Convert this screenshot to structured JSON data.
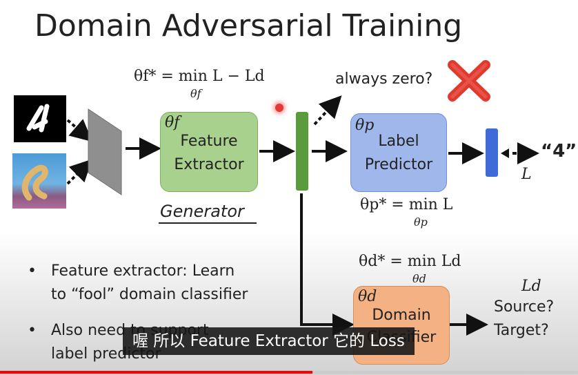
{
  "slide": {
    "title": "Domain Adversarial Training",
    "formula_feature": "θf* = min L − Ld",
    "formula_feature_sub": "θf",
    "always_zero": "always zero?",
    "feature_box": {
      "param": "θf",
      "label_line1": "Feature",
      "label_line2": "Extractor"
    },
    "generator_label": "Generator",
    "label_box": {
      "param": "θp",
      "label_line1": "Label",
      "label_line2": "Predictor"
    },
    "output_label": "“4”",
    "loss_L": "L",
    "formula_label": "θp* = min L",
    "formula_label_sub": "θp",
    "formula_domain": "θd* = min Ld",
    "formula_domain_sub": "θd",
    "domain_box": {
      "param": "θd",
      "label_line1": "Domain",
      "label_line2": "Classifier"
    },
    "domain_output_loss": "Ld",
    "domain_output_q1": "Source?",
    "domain_output_q2": "Target?",
    "bullets": [
      {
        "line1": "Feature extractor: Learn",
        "line2": "to “fool” domain classifier"
      },
      {
        "line1": "Also need to support",
        "line2": "label predictor"
      }
    ]
  },
  "player": {
    "subtitle": "喔 所以 Feature Extractor 它的 Loss",
    "progress_fraction": 0.54
  },
  "colors": {
    "feature_box": "#a9d18e",
    "label_box": "#9fb7ea",
    "domain_box": "#f4b183",
    "feature_bar": "#5a9c3c",
    "label_bar": "#3f6ad8",
    "red_x": "#e03a2e",
    "progress": "#ff0000"
  }
}
